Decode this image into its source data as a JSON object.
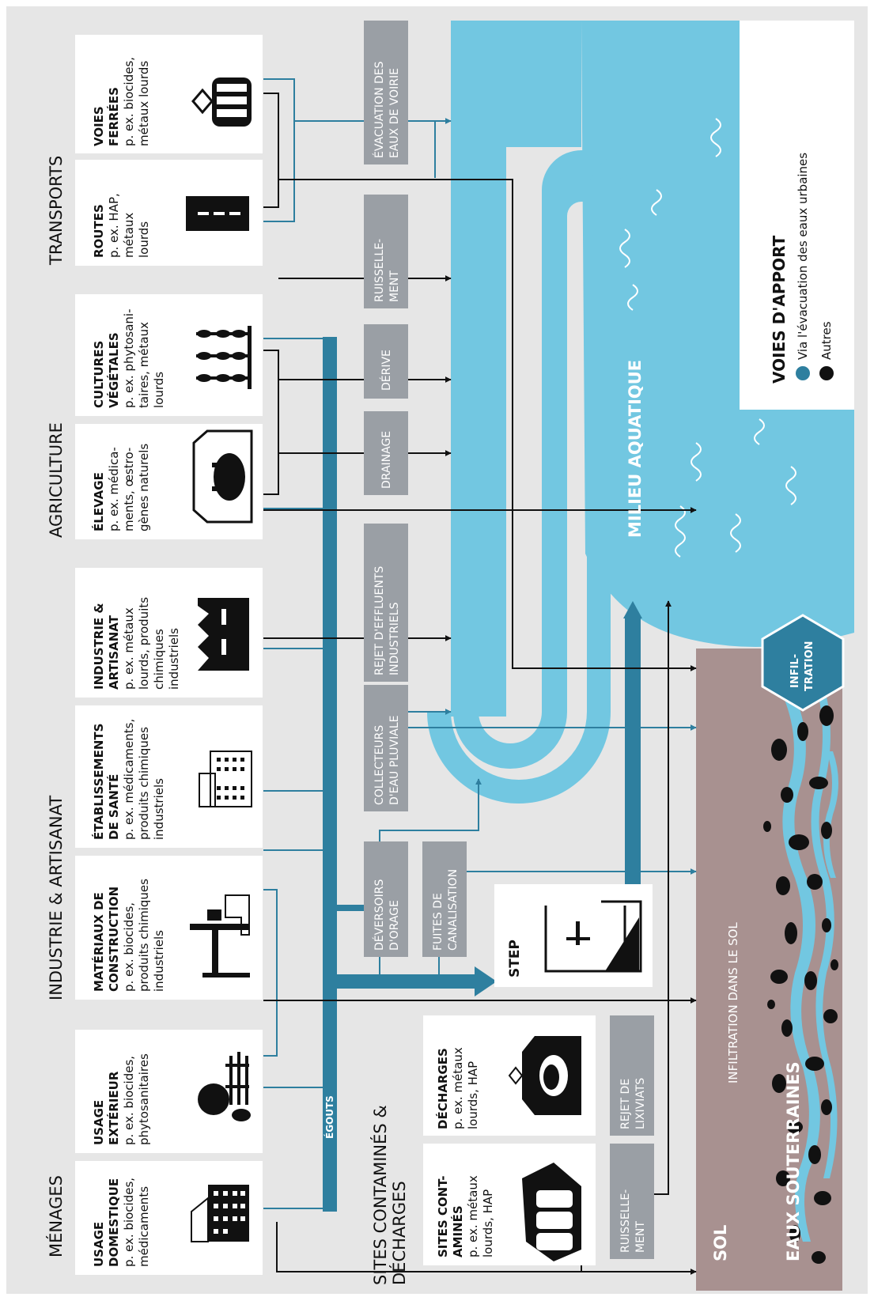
{
  "categories": {
    "transports": "TRANSPORTS",
    "agriculture": "AGRICULTURE",
    "industrie": "INDUSTRIE & ARTISANAT",
    "menages": "MÉNAGES",
    "sites_line1": "SITES CONTAMINÉS &",
    "sites_line2": "DÉCHARGES"
  },
  "sources": {
    "voies_ferrees": {
      "title1": "VOIES",
      "title2": "FERRÉES",
      "desc1": "p. ex. biocides,",
      "desc2": "métaux lourds"
    },
    "routes": {
      "title1": "ROUTES",
      "desc1": "p. ex. HAP,",
      "desc2": "métaux",
      "desc3": "lourds"
    },
    "cultures": {
      "title1": "CULTURES",
      "title2": "VÉGÉTALES",
      "desc1": "p. ex. phytosani-",
      "desc2": "taires, métaux",
      "desc3": "lourds"
    },
    "elevage": {
      "title1": "ÉLEVAGE",
      "desc1": "p. ex. médica-",
      "desc2": "ments, œstro-",
      "desc3": "gènes naturels"
    },
    "industrie": {
      "title1": "INDUSTRIE &",
      "title2": "ARTISANAT",
      "desc1": "p. ex. métaux",
      "desc2": "lourds, produits",
      "desc3": "chimiques",
      "desc4": "industriels"
    },
    "sante": {
      "title1": "ÉTABLISSEMENTS",
      "title2": "DE SANTÉ",
      "desc1": "p. ex. médicaments,",
      "desc2": "produits chimiques",
      "desc3": "industriels"
    },
    "materiaux": {
      "title1": "MATÉRIAUX DE",
      "title2": "CONSTRUCTION",
      "desc1": "p. ex. biocides,",
      "desc2": "produits chimiques",
      "desc3": "industriels"
    },
    "exterieur": {
      "title1": "USAGE",
      "title2": "EXTÉRIEUR",
      "desc1": "p. ex. biocides,",
      "desc2": "phytosanitaires"
    },
    "domestique": {
      "title1": "USAGE",
      "title2": "DOMESTIQUE",
      "desc1": "p. ex. biocides,",
      "desc2": "médicaments"
    },
    "decharges": {
      "title1": "DÉCHARGES",
      "desc1": "p. ex. métaux",
      "desc2": "lourds, HAP"
    },
    "sites_contamines": {
      "title1": "SITES CONT-",
      "title2": "AMINÉS",
      "desc1": "p. ex. métaux",
      "desc2": "lourds, HAP"
    }
  },
  "pathways": {
    "evacuation": {
      "l1": "ÉVACUATION DES",
      "l2": "EAUX DE VOIRIE"
    },
    "ruissellement_top": {
      "l1": "RUISSELLE-",
      "l2": "MENT"
    },
    "derive": {
      "l1": "DÉRIVE"
    },
    "drainage": {
      "l1": "DRAINAGE"
    },
    "rejet_effluents": {
      "l1": "REJET D'EFFLUENTS",
      "l2": "INDUSTRIELS"
    },
    "collecteurs": {
      "l1": "COLLECTEURS",
      "l2": "D'EAU PLUVIALE"
    },
    "deversoirs": {
      "l1": "DÉVERSOIRS",
      "l2": "D'ORAGE"
    },
    "fuites": {
      "l1": "FUITES DE",
      "l2": "CANALISATION"
    },
    "rejet_lixiviats": {
      "l1": "REJET DE",
      "l2": "LIXIVIATS"
    },
    "ruissellement_bottom": {
      "l1": "RUISSELLE-",
      "l2": "MENT"
    }
  },
  "step_label": "STEP",
  "egouts_label": "ÉGOUTS",
  "infiltration": {
    "l1": "INFIL-",
    "l2": "TRATION"
  },
  "infiltration_sol": "INFILTRATION DANS LE SOL",
  "milieu_aquatique": "MILIEU AQUATIQUE",
  "sol": "SOL",
  "eaux_souterraines": "EAUX SOUTERRAINES",
  "legend": {
    "title": "VOIES D'APPORT",
    "urbaines": "Via l'évacuation des eaux urbaines",
    "autres": "Autres"
  },
  "colors": {
    "background": "#e6e6e6",
    "water": "#72c7e1",
    "urban_blue": "#2e7f9f",
    "soil": "#a89190",
    "pathway_grey": "#9a9fa5",
    "black": "#111111",
    "white": "#ffffff"
  }
}
